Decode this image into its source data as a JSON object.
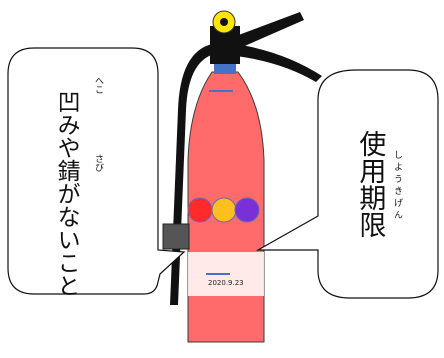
{
  "left_bubble": {
    "text": "凹みや錆がないこと",
    "ruby_hekomi": "へこ",
    "ruby_sabi": "さび"
  },
  "right_bubble": {
    "text": "使用期限",
    "ruby_shiyoukigen": "しようきげん"
  },
  "extinguisher": {
    "date_label": "2020.9.23",
    "dot_colors": [
      "#ff2a2a",
      "#ffbf1f",
      "#7b2fd8"
    ],
    "body_color": "#ff6b6b",
    "hose_color": "#111111"
  }
}
